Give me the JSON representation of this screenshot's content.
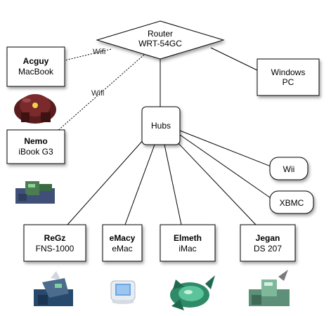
{
  "nodes": {
    "router": {
      "line1": "Router",
      "line2": "WRT-54GC"
    },
    "acguy": {
      "name": "Acguy",
      "model": "MacBook"
    },
    "nemo": {
      "name": "Nemo",
      "model": "iBook G3"
    },
    "windows": {
      "line1": "Windows",
      "line2": "PC"
    },
    "hubs": {
      "label": "Hubs"
    },
    "wii": {
      "label": "Wii"
    },
    "xbmc": {
      "label": "XBMC"
    },
    "regz": {
      "name": "ReGz",
      "model": "FNS-1000"
    },
    "emacy": {
      "name": "eMacy",
      "model": "eMac"
    },
    "elmeth": {
      "name": "Elmeth",
      "model": "iMac"
    },
    "jegan": {
      "name": "Jegan",
      "model": "DS 207"
    }
  },
  "edges": {
    "wifi_acguy": "Wifi",
    "wifi_nemo": "Wifi"
  },
  "colors": {
    "stroke": "#000000",
    "fill": "#ffffff",
    "shadow": "#b8b8b8"
  },
  "icons": [
    "acguy-mobile-suit-icon",
    "nemo-mobile-suit-icon",
    "regz-mobile-suit-icon",
    "emac-computer-icon",
    "elmeth-mobile-armor-icon",
    "jegan-mobile-suit-icon"
  ]
}
